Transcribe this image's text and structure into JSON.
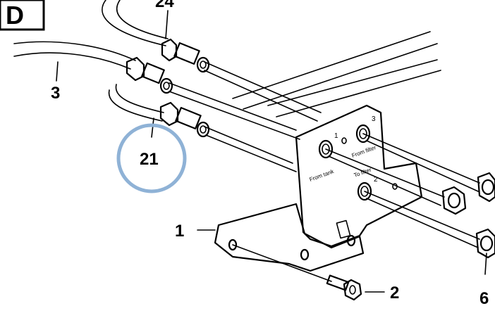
{
  "section_letter": "D",
  "callouts": {
    "c24": "24",
    "c3": "3",
    "c21": "21",
    "c1": "1",
    "c2": "2",
    "c6": "6"
  },
  "port_labels": {
    "from_tank": "From tank",
    "from_filter": "From filter",
    "to_filter": "To filter",
    "port1": "1",
    "port2": "2",
    "port3": "3"
  },
  "colors": {
    "line": "#000000",
    "highlight_ring": "#8fb2d6",
    "background": "#ffffff"
  }
}
